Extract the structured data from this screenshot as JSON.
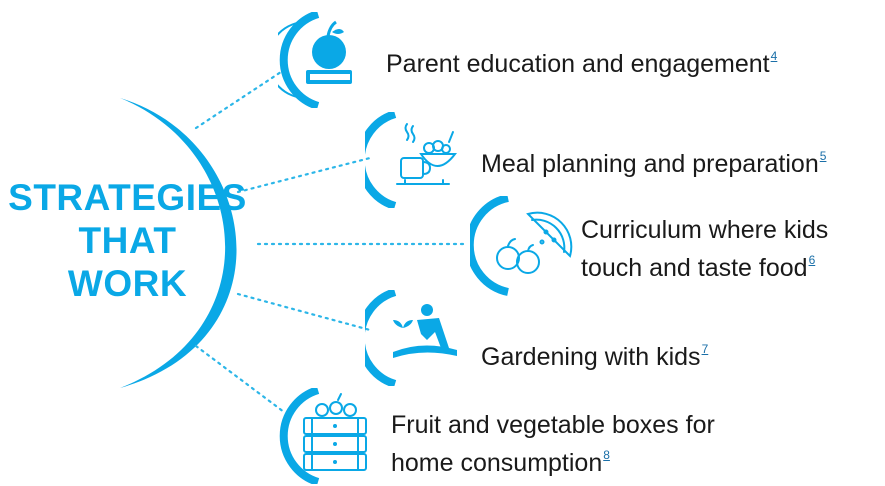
{
  "title": {
    "lines": [
      "STRATEGIES",
      "THAT",
      "WORK"
    ]
  },
  "colors": {
    "accent": "#0aa8e6",
    "text": "#1a1a1a",
    "footnote": "#1a6fa8",
    "connector": "#2cb6e8"
  },
  "items": [
    {
      "icon": "apple-on-book-icon",
      "label": "Parent education and engagement",
      "footnote": "4"
    },
    {
      "icon": "meal-bowl-cup-icon",
      "label": "Meal planning and preparation",
      "footnote": "5"
    },
    {
      "icon": "fruit-watermelon-icon",
      "label_lines": [
        "Curriculum where kids",
        "touch and taste food"
      ],
      "footnote": "6"
    },
    {
      "icon": "gardener-planting-icon",
      "label": "Gardening with kids",
      "footnote": "7"
    },
    {
      "icon": "produce-crate-icon",
      "label_lines": [
        "Fruit and vegetable boxes for",
        "home consumption"
      ],
      "footnote": "8"
    }
  ]
}
